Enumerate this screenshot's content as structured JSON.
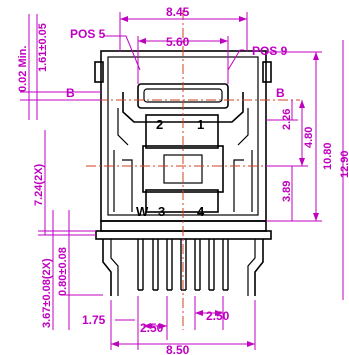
{
  "colors": {
    "background": "#ffffff",
    "part_outline": "#000000",
    "dimension": "#c000c0",
    "centerline": "#d04020"
  },
  "labels": {
    "pos_5": "POS 5",
    "pos_9": "POS 9",
    "section_b_left": "B",
    "section_b_right": "B",
    "pin_1": "1",
    "pin_2": "2",
    "pin_3": "3",
    "pin_4": "4",
    "pin_w": "W"
  },
  "dimensions": {
    "width_top": "8.45",
    "slot_width": "5.60",
    "left_min": "0.02 Min.",
    "left_tol": "1.61±0.05",
    "left_mid": "7.24(2X)",
    "left_lower_a": "3.67±0.08(2X)",
    "left_lower_b": "0.80±0.08",
    "right_a": "2.26",
    "right_b": "4.80",
    "right_c": "3.89",
    "right_d": "10.80",
    "right_e": "12.90",
    "bottom_a": "1.75",
    "bottom_b": "2.50",
    "bottom_c": "2.50",
    "bottom_d": "8.50"
  }
}
